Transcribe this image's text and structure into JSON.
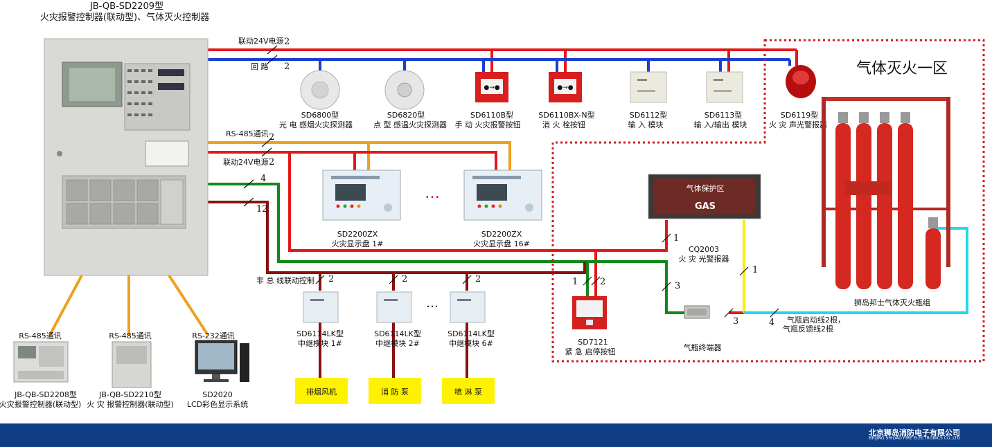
{
  "main_controller": {
    "model": "JB-QB-SD2209型",
    "name": "火灾报警控制器(联动型)、气体灭火控制器"
  },
  "bus_labels": {
    "power_24v_top": "联动24V电源",
    "loop": "回  路",
    "rs485": "RS-485通讯",
    "power_24v_mid": "联动24V电源",
    "non_bus": "非 总 线联动控制"
  },
  "wire_counts": {
    "power_top": "2",
    "loop": "2",
    "rs485": "2",
    "power_mid": "2",
    "green": "4",
    "darkred": "12",
    "relay1": "2",
    "relay2": "2",
    "relay6": "2",
    "cq_left": "1",
    "sd7121_a": "1",
    "sd7121_b": "2",
    "green_term": "3",
    "yellow": "1",
    "term_out": "3",
    "cyan": "4"
  },
  "loop_devices": [
    {
      "model": "SD6800型",
      "name": "光 电 感烟火灾探测器",
      "icon": "smoke-detector-icon"
    },
    {
      "model": "SD6820型",
      "name": "点 型 感温火灾探测器",
      "icon": "heat-detector-icon"
    },
    {
      "model": "SD6110B型",
      "name": "手 动 火灾报警按钮",
      "icon": "manual-call-point-icon"
    },
    {
      "model": "SD6110BX-N型",
      "name": "消 火 栓按钮",
      "icon": "hydrant-button-icon"
    },
    {
      "model": "SD6112型",
      "name": "输 入 模块",
      "icon": "input-module-icon"
    },
    {
      "model": "SD6113型",
      "name": "输 入/输出 模块",
      "icon": "io-module-icon"
    },
    {
      "model": "SD6119型",
      "name": "火 灾 声光警报器",
      "icon": "sounder-strobe-icon"
    }
  ],
  "displays": [
    {
      "model": "SD2200ZX",
      "name": "火灾显示盘 1#"
    },
    {
      "model": "SD2200ZX",
      "name": "火灾显示盘 16#"
    }
  ],
  "relay_modules": [
    {
      "model": "SD6114LK型",
      "name": "中继模块 1#"
    },
    {
      "model": "SD6114LK型",
      "name": "中继模块 2#"
    },
    {
      "model": "SD6114LK型",
      "name": "中继模块 6#"
    }
  ],
  "outputs": [
    "排烟风机",
    "消  防  泵",
    "喷  淋  泵"
  ],
  "ellipsis": "…",
  "bottom_devices": [
    {
      "comm": "RS-485通讯",
      "model": "JB-QB-SD2208型",
      "name": "火灾报警控制器(联动型)"
    },
    {
      "comm": "RS-485通讯",
      "model": "JB-QB-SD2210型",
      "name": "火 灾 报警控制器(联动型)"
    },
    {
      "comm": "RS-232通讯",
      "model": "SD2020",
      "name": "LCD彩色显示系统"
    }
  ],
  "gas_zone": {
    "title": "气体灭火一区",
    "sign_text_cn": "气体保护区",
    "sign_text_en": "GAS",
    "cq2003_model": "CQ2003",
    "cq2003_name": "火 灾 光警报器",
    "sd7121_model": "SD7121",
    "sd7121_name": "紧 急 启停按钮",
    "terminal_name": "气瓶终端器",
    "cylinder_name": "狮岛邦士气体灭火瓶组",
    "cylinder_wire_1": "气瓶启动线2根，",
    "cylinder_wire_2": "气瓶反馈线2根"
  },
  "colors": {
    "red": "#e41818",
    "blue": "#1a3fcf",
    "orange": "#f0a020",
    "green": "#12881a",
    "darkred": "#8a1010",
    "yellow": "#f4ec10",
    "cyan": "#22d8ee",
    "zone": "#d11a1a",
    "output_fill": "#fff200",
    "footer": "#0f3d86"
  },
  "footer": {
    "company_cn": "北京狮岛消防电子有限公司",
    "company_en": "BEIJING SHIDAO FIRE ELECTRONICS CO.,LTD"
  }
}
